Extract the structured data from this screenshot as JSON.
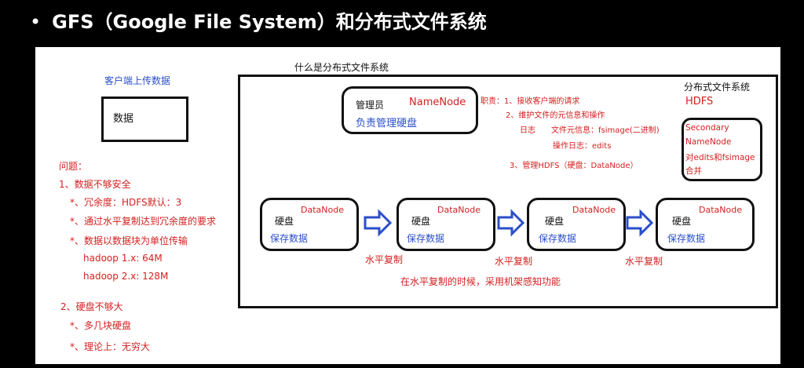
{
  "title": {
    "bullet": "•",
    "text": "GFS（Google File System）和分布式文件系统"
  },
  "left": {
    "upload_label": "客户端上传数据",
    "data_box": "数据",
    "problem_heading": "问题：",
    "p1": "1、数据不够安全",
    "p1a": "*、冗余度：HDFS默认：3",
    "p1b": "*、通过水平复制达到冗余度的要求",
    "p1c": "*、数据以数据块为单位传输",
    "p1d": "hadoop 1.x: 64M",
    "p1e": "hadoop 2.x: 128M",
    "p2": "2、硬盘不够大",
    "p2a": "*、多几块硬盘",
    "p2b": "*、理论上：无穷大"
  },
  "diagram": {
    "heading": "什么是分布式文件系统",
    "manager_label": "管理员",
    "namenode": "NameNode",
    "manager_desc": "负责管理硬盘",
    "duties": {
      "d1": "职责：1、接收客户端的请求",
      "d2": "2、维护文件的元信息和操作",
      "d_log": "日志",
      "d2a": "文件元信息：fsimage(二进制)",
      "d2b": "操作日志：edits",
      "d3": "3、管理HDFS（硬盘：DataNode）"
    },
    "dfs_label": "分布式文件系统",
    "hdfs": "HDFS",
    "secondary": {
      "l1": "Secondary",
      "l2": "NameNode",
      "l3": "对edits和fsimage",
      "l4": "合并"
    },
    "nodes": [
      {
        "disk": "硬盘",
        "name": "DataNode",
        "desc": "保存数据"
      },
      {
        "disk": "硬盘",
        "name": "DataNode",
        "desc": "保存数据"
      },
      {
        "disk": "硬盘",
        "name": "DataNode",
        "desc": "保存数据"
      },
      {
        "disk": "硬盘",
        "name": "DataNode",
        "desc": "保存数据"
      }
    ],
    "replication": [
      "水平复制",
      "水平复制",
      "水平复制"
    ],
    "footnote": "在水平复制的时候，采用机架感知功能"
  },
  "colors": {
    "red": "#d42020",
    "blue": "#2b4fc9",
    "arrow": "#2b4fc9"
  }
}
